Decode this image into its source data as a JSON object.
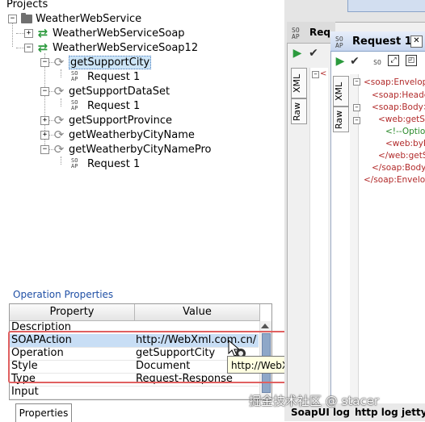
{
  "tree": {
    "panel_title": "Projects",
    "service": "WeatherWebService",
    "bindings": [
      {
        "name": "WeatherWebServiceSoap"
      },
      {
        "name": "WeatherWebServiceSoap12"
      }
    ],
    "operations": [
      {
        "name": "getSupportCity",
        "selected": true
      },
      {
        "name": "getSupportDataSet"
      },
      {
        "name": "getSupportProvince"
      },
      {
        "name": "getWeatherbyCityName"
      },
      {
        "name": "getWeatherbyCityNamePro"
      }
    ],
    "request_label": "Request 1",
    "soap_icon_top": "SO",
    "soap_icon_bottom": "AP"
  },
  "operation_properties": {
    "title": "Operation Properties",
    "headers": [
      "Property",
      "Value"
    ],
    "rows": [
      {
        "property": "Description",
        "value": ""
      },
      {
        "property": "SOAPAction",
        "value": "http://WebXml.com.cn/...",
        "selected": true
      },
      {
        "property": "Operation",
        "value": "getSupportCity"
      },
      {
        "property": "Style",
        "value": "Document"
      },
      {
        "property": "Type",
        "value": "Request-Response"
      },
      {
        "property": "Input",
        "value": ""
      }
    ],
    "tooltip": "http://WebXml.com.cn/getSupportCity",
    "tab_label": "Properties"
  },
  "editor": {
    "back_window_title": "Req",
    "window_title": "Request 1",
    "tabs": {
      "xml": "XML",
      "raw": "Raw"
    },
    "xml_lines": [
      "<soap:Envelope",
      "<soap:Header",
      "<soap:Body>",
      "<web:getSu",
      "<!--Optiona",
      "<web:byP",
      "</web:getSu",
      "</soap:Body>",
      "</soap:Envelope"
    ]
  },
  "bottom_tabs": [
    "SoapUI log",
    "http log",
    "jetty"
  ],
  "watermark": "掘金技术社区 @ stacer",
  "colors": {
    "selection": "#cde5f7",
    "link_blue": "#1f4fa5",
    "highlight_box": "#e06060",
    "tooltip_bg": "#ffffe1"
  }
}
